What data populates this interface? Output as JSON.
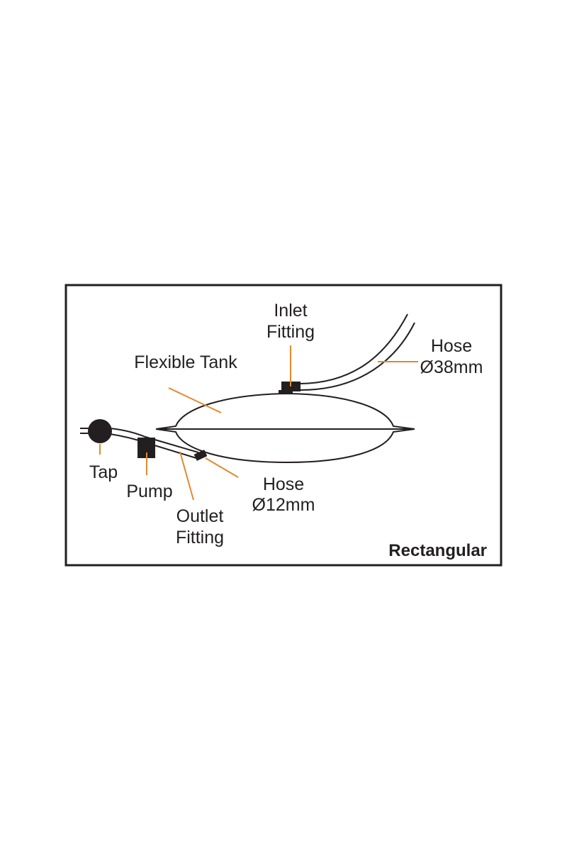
{
  "labels": {
    "inlet_fitting": [
      "Inlet",
      "Fitting"
    ],
    "hose_large": [
      "Hose",
      "Ø38mm"
    ],
    "flexible_tank": "Flexible Tank",
    "tap": "Tap",
    "pump": "Pump",
    "outlet_fitting": [
      "Outlet",
      "Fitting"
    ],
    "hose_small": [
      "Hose",
      "Ø12mm"
    ],
    "tank_type": "Rectangular"
  },
  "colors": {
    "line": "#231f20",
    "leader": "#e0892f"
  }
}
